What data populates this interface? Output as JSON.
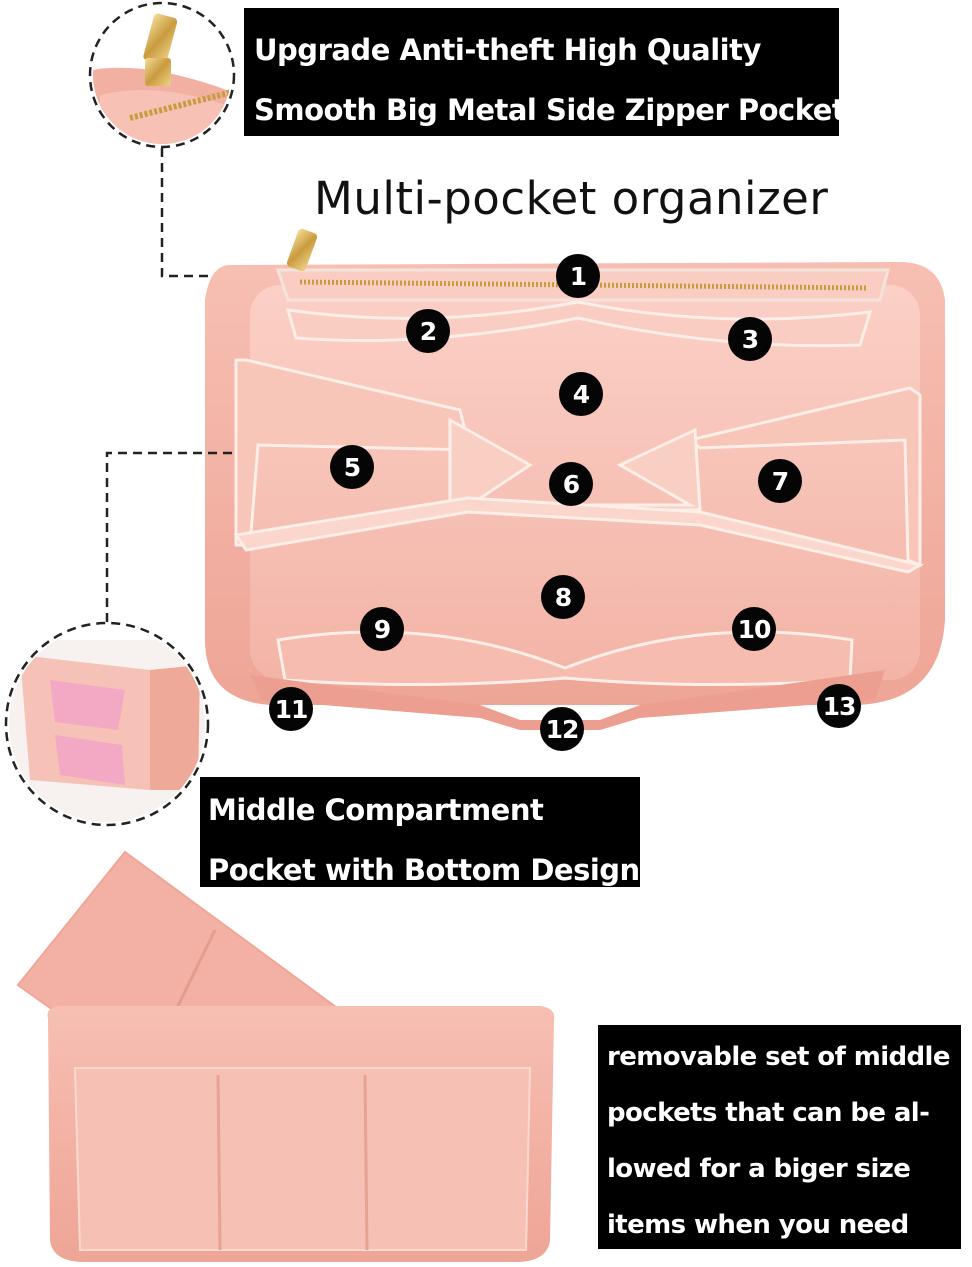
{
  "callouts": {
    "zipper_pocket": {
      "line1": "Upgrade Anti-theft High Quality",
      "line2": "Smooth Big Metal Side Zipper Pocket"
    },
    "middle_compartment": {
      "line1": "Middle Compartment",
      "line2": "Pocket with Bottom Design"
    },
    "removable_pockets": {
      "line1": "removable set of middle",
      "line2": "pockets that can be al-",
      "line3": "lowed for a biger size",
      "line4": "items when you need"
    }
  },
  "title": "Multi-pocket organizer",
  "pocket_numbers": [
    "1",
    "2",
    "3",
    "4",
    "5",
    "6",
    "7",
    "8",
    "9",
    "10",
    "11",
    "12",
    "13"
  ],
  "colors": {
    "felt": "#f4b4a8",
    "felt_light": "#f8c7bc",
    "felt_dark": "#e89d90",
    "label_bg": "#000000",
    "label_text": "#ffffff",
    "zipper_gold": "#d8b35a"
  }
}
